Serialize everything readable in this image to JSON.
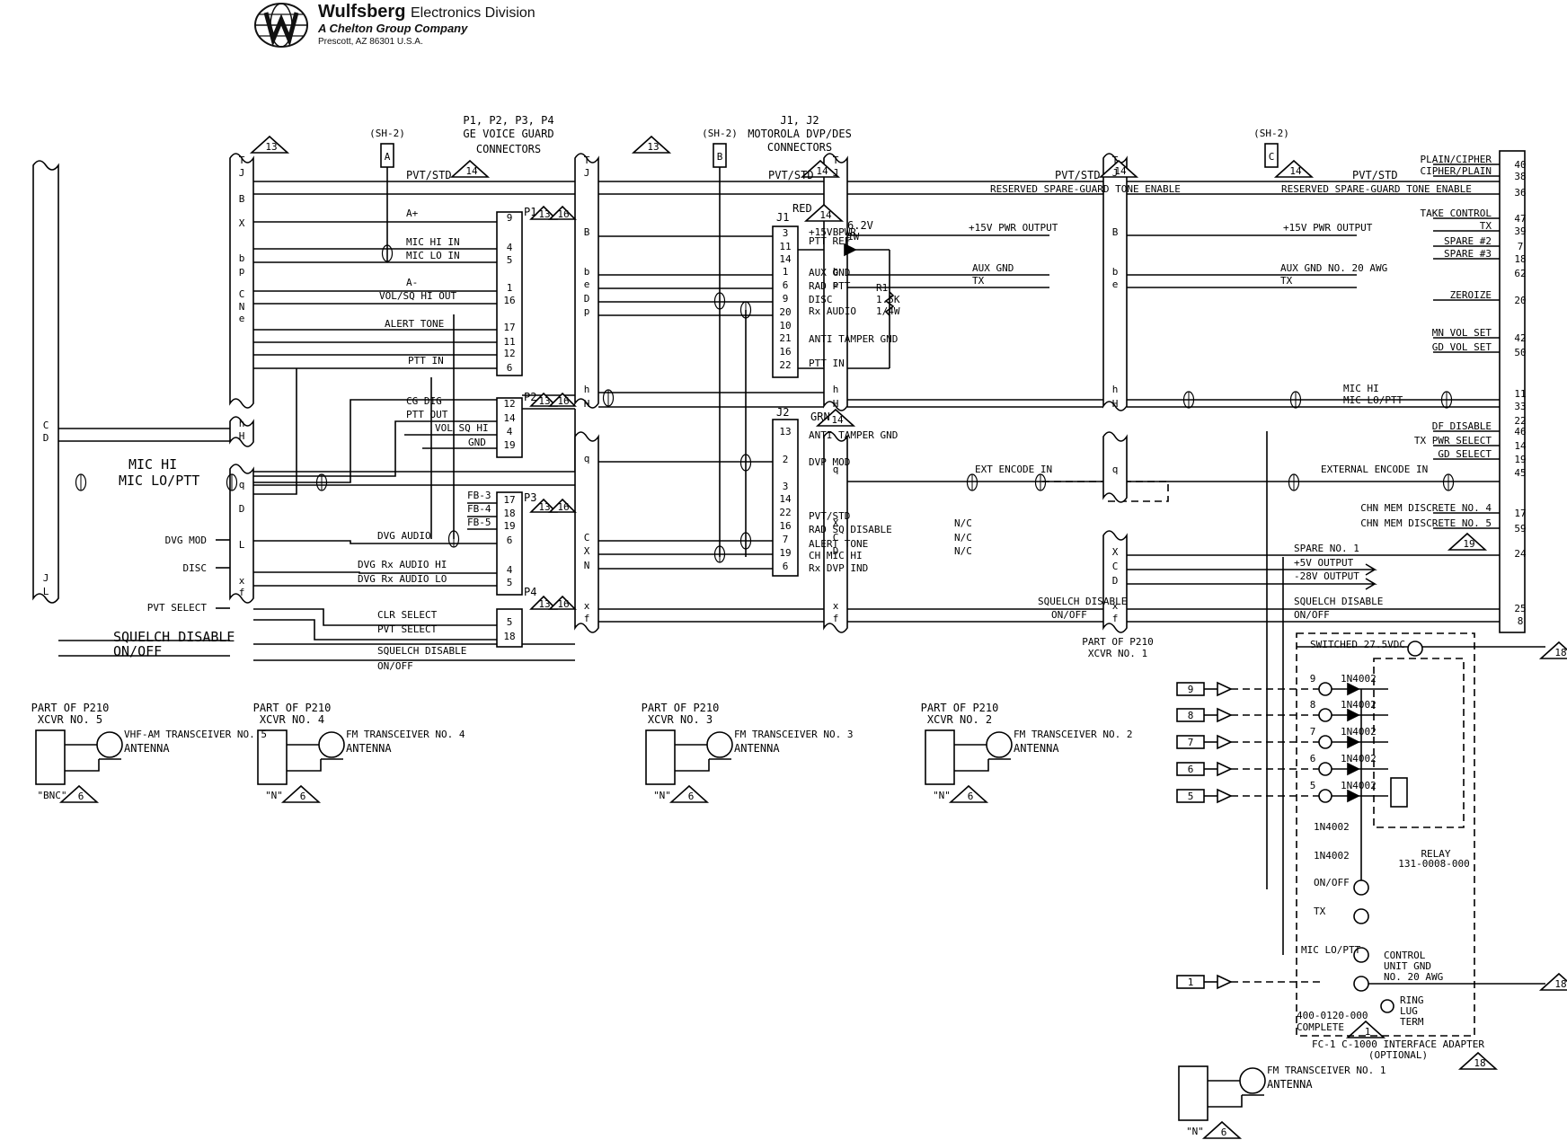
{
  "header": {
    "company": "Wulfsberg",
    "division": "Electronics Division",
    "group": "A Chelton Group Company",
    "address": "Prescott, AZ  86301  U.S.A."
  },
  "top_labels": {
    "ge_conn": [
      "P1, P2, P3, P4",
      "GE VOICE GUARD",
      "CONNECTORS"
    ],
    "moto_conn": [
      "J1, J2",
      "MOTOROLA DVP/DES",
      "CONNECTORS"
    ],
    "sh2": "(SH-2)",
    "sh_a": "A",
    "sh_b": "B",
    "sh_c": "C",
    "pvt_std": "PVT/STD",
    "reserved": "RESERVED SPARE-GUARD TONE ENABLE"
  },
  "left_plug": {
    "letters": [
      "C",
      "D",
      "J",
      "L"
    ]
  },
  "main_lines": {
    "mic_hi": "MIC HI",
    "mic_lo": "MIC LO/PTT",
    "squelch": "SQUELCH DISABLE",
    "onoff": "ON/OFF"
  },
  "connector1": {
    "pins": [
      "T",
      "J",
      "B",
      "X",
      "b",
      "p",
      "C",
      "N",
      "e",
      "h",
      "H"
    ]
  },
  "connector1b": {
    "pins": [
      "q",
      "D",
      "L",
      "x",
      "f"
    ]
  },
  "p1": {
    "name": "P1",
    "pins": [
      "9",
      "4",
      "5",
      "1",
      "16",
      "17",
      "11",
      "12",
      "6"
    ],
    "labels": [
      "A+",
      "MIC HI IN",
      "MIC LO IN",
      "A-",
      "VOL/SQ HI OUT",
      "ALERT TONE",
      "PTT IN"
    ]
  },
  "p2": {
    "name": "P2",
    "pins": [
      "12",
      "14",
      "4",
      "19"
    ],
    "labels": [
      "CG DIG",
      "PTT OUT",
      "VOL SQ HI",
      "GND"
    ]
  },
  "p3": {
    "name": "P3",
    "pins": [
      "17",
      "18",
      "19",
      "6",
      "4",
      "5"
    ],
    "labels": [
      "FB-3",
      "FB-4",
      "FB-5",
      "DVG AUDIO",
      "DVG Rx AUDIO HI",
      "DVG Rx AUDIO LO"
    ]
  },
  "p4": {
    "name": "P4",
    "pins": [
      "5",
      "18"
    ],
    "labels": [
      "CLR SELECT",
      "PVT SELECT"
    ]
  },
  "left_side_labels": [
    "DVG MOD",
    "DISC",
    "PVT SELECT"
  ],
  "lower_left": {
    "squelch": "SQUELCH DISABLE",
    "onoff": "ON/OFF"
  },
  "connector2": {
    "pins": [
      "T",
      "J",
      "B",
      "b",
      "e",
      "D",
      "p",
      "h",
      "H"
    ]
  },
  "connector2b": {
    "pins": [
      "q",
      "C",
      "X",
      "N",
      "x",
      "f"
    ]
  },
  "j1": {
    "name": "J1",
    "color": "RED",
    "pins": [
      "3",
      "11",
      "14",
      "1",
      "6",
      "9",
      "20",
      "10",
      "21",
      "16",
      "22"
    ],
    "labels": [
      "+15V PWR",
      "PTT REF",
      "AUX GND",
      "RAD PTT",
      "DISC",
      "Rx AUDIO",
      "ANTI TAMPER GND",
      "PTT IN"
    ],
    "zener": "6.2V",
    "zener_w": "1W",
    "res": [
      "R1",
      "1.5K",
      "1/4W"
    ]
  },
  "j2": {
    "name": "J2",
    "color": "GRN",
    "pins": [
      "13",
      "2",
      "3",
      "14",
      "22",
      "16",
      "7",
      "19",
      "6"
    ],
    "labels": [
      "ANTI TAMPER GND",
      "DVP MOD",
      "PVT/STD",
      "RAD SQ DISABLE",
      "ALERT TONE",
      "CH MIC HI",
      "Rx DVP IND"
    ]
  },
  "connector3": {
    "pins": [
      "T",
      "J",
      "B",
      "b",
      "e",
      "h",
      "H"
    ],
    "lower": [
      "q",
      "X",
      "C",
      "D",
      "x",
      "f"
    ]
  },
  "mid_labels": {
    "pwr15": "+15V PWR OUTPUT",
    "auxgnd": "AUX GND",
    "tx": "TX",
    "ext_enc": "EXT ENCODE IN",
    "nc": "N/C",
    "sq": "SQUELCH DISABLE",
    "onoff": "ON/OFF"
  },
  "connector4": {
    "pins": [
      "T",
      "J",
      "B",
      "b",
      "e",
      "h",
      "H"
    ],
    "lower": [
      "q",
      "X",
      "C",
      "D",
      "x",
      "f"
    ],
    "part": [
      "PART OF P210",
      "XCVR NO. 1"
    ]
  },
  "right_labels": {
    "pwr15": "+15V PWR OUTPUT",
    "auxgnd": "AUX GND NO. 20 AWG",
    "tx": "TX",
    "mic_hi": "MIC HI",
    "mic_lo": "MIC LO/PTT",
    "ext": "EXTERNAL ENCODE IN",
    "spare": "SPARE NO. 1",
    "v5": "+5V OUTPUT",
    "v28": "-28V OUTPUT",
    "sq": "SQUELCH DISABLE",
    "onoff": "ON/OFF"
  },
  "right_connector": {
    "rows": [
      {
        "label": "PLAIN/CIPHER",
        "pin": "40"
      },
      {
        "label": "CIPHER/PLAIN",
        "pin": "38"
      },
      {
        "label": "",
        "pin": "36"
      },
      {
        "label": "TAKE CONTROL",
        "pin": "47"
      },
      {
        "label": "TX",
        "pin": "39"
      },
      {
        "label": "SPARE #2",
        "pin": "7"
      },
      {
        "label": "SPARE #3",
        "pin": "18"
      },
      {
        "label": "",
        "pin": "62"
      },
      {
        "label": "ZEROIZE",
        "pin": "20"
      },
      {
        "label": "MN VOL SET",
        "pin": "42"
      },
      {
        "label": "GD VOL SET",
        "pin": "50"
      },
      {
        "label": "",
        "pin": "11"
      },
      {
        "label": "",
        "pin": "33"
      },
      {
        "label": "",
        "pin": "22"
      },
      {
        "label": "DF DISABLE",
        "pin": "46"
      },
      {
        "label": "TX PWR SELECT",
        "pin": "14"
      },
      {
        "label": "GD SELECT",
        "pin": "19"
      },
      {
        "label": "",
        "pin": "45"
      },
      {
        "label": "CHN MEM DISCRETE NO. 4",
        "pin": "17"
      },
      {
        "label": "CHN MEM DISCRETE NO. 5",
        "pin": "59"
      },
      {
        "label": "",
        "pin": "24"
      },
      {
        "label": "",
        "pin": "25"
      },
      {
        "label": "",
        "pin": "8"
      }
    ]
  },
  "antennas": [
    {
      "part": "PART OF P210",
      "xcvr": "XCVR NO. 5",
      "name": "VHF-AM TRANSCEIVER NO. 5",
      "ant": "ANTENNA",
      "conn": "\"BNC\""
    },
    {
      "part": "PART OF P210",
      "xcvr": "XCVR NO. 4",
      "name": "FM TRANSCEIVER NO. 4",
      "ant": "ANTENNA",
      "conn": "\"N\""
    },
    {
      "part": "PART OF P210",
      "xcvr": "XCVR NO. 3",
      "name": "FM TRANSCEIVER NO. 3",
      "ant": "ANTENNA",
      "conn": "\"N\""
    },
    {
      "part": "PART OF P210",
      "xcvr": "XCVR NO. 2",
      "name": "FM TRANSCEIVER NO. 2",
      "ant": "ANTENNA",
      "conn": "\"N\""
    },
    {
      "part": "",
      "xcvr": "",
      "name": "FM TRANSCEIVER NO. 1",
      "ant": "ANTENNA",
      "conn": "\"N\""
    }
  ],
  "adapter": {
    "switched": "SWITCHED 27.5VDC",
    "inputs": [
      "9",
      "8",
      "7",
      "6",
      "5",
      "1"
    ],
    "diode": "1N4002",
    "relay": [
      "RELAY",
      "131-0008-000"
    ],
    "onoff": "ON/OFF",
    "tx": "TX",
    "miclo": "MIC LO/PTT",
    "ctrl": [
      "CONTROL",
      "UNIT GND",
      "NO. 20 AWG"
    ],
    "ring": [
      "RING",
      "LUG",
      "TERM"
    ],
    "complete": [
      "400-0120-000",
      "COMPLETE"
    ],
    "title": [
      "FC-1 C-1000 INTERFACE ADAPTER",
      "(OPTIONAL)"
    ]
  },
  "notes": {
    "n13": "13",
    "n14": "14",
    "n16": "16",
    "n18": "18",
    "n19": "19",
    "n6": "6",
    "n1": "1"
  }
}
